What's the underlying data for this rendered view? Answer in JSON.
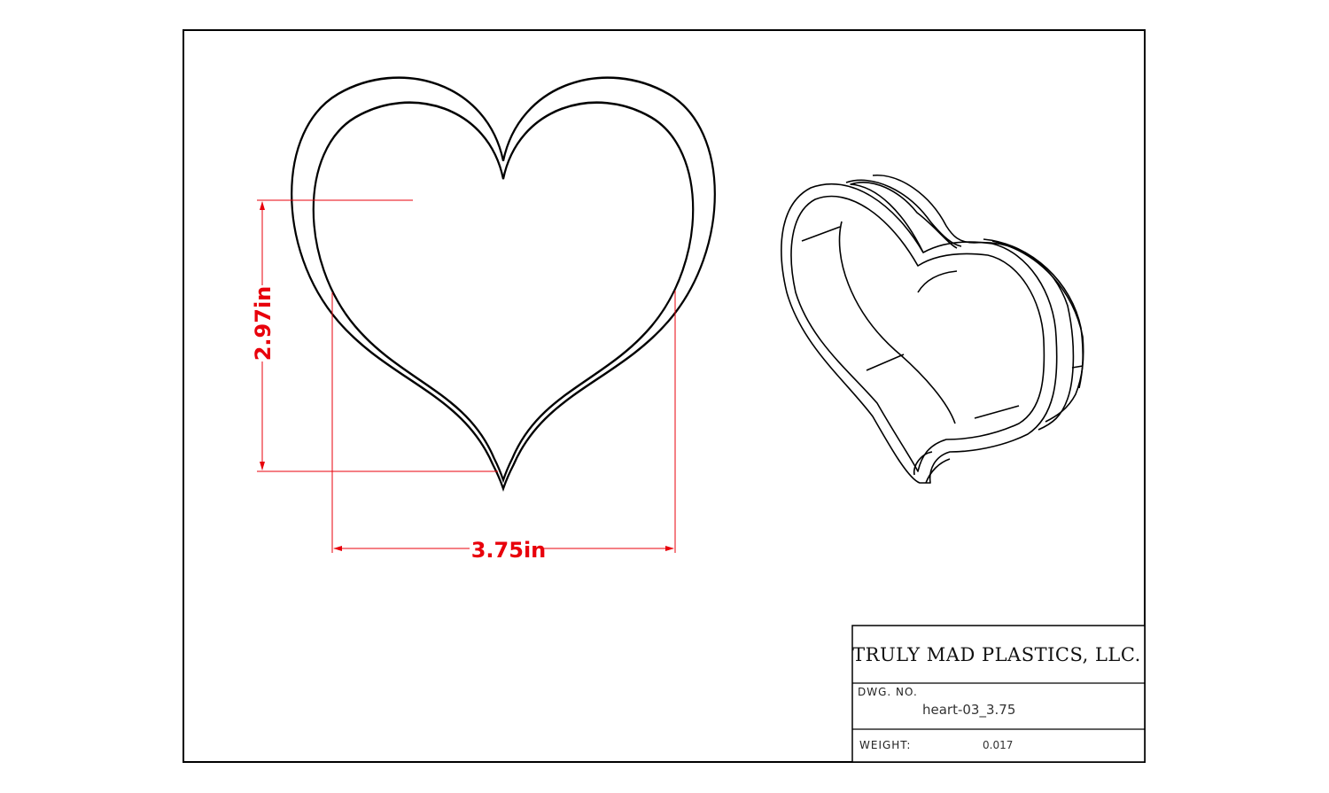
{
  "dimensions": {
    "height_label": "2.97in",
    "width_label": "3.75in",
    "color": "#e8000b"
  },
  "title_block": {
    "company": "TRULY MAD PLASTICS, LLC.",
    "dwg_no_label": "DWG. NO.",
    "dwg_no_value": "heart-03_3.75",
    "weight_label": "WEIGHT:",
    "weight_value": "0.017"
  }
}
